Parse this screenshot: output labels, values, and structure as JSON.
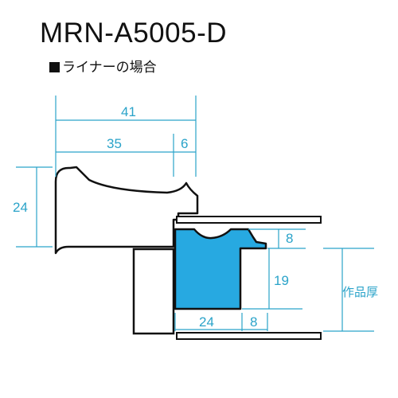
{
  "title": "MRN-A5005-D",
  "subtitle": "ライナーの場合",
  "colors": {
    "dimension": "#2aa3c9",
    "liner_fill": "#27a9e1",
    "outline": "#111111"
  },
  "dimensions": {
    "total_width": "41",
    "frame_width": "35",
    "lip_width": "6",
    "frame_height": "24",
    "liner_top": "8",
    "liner_height": "19",
    "liner_width": "24",
    "liner_lip": "8",
    "artwork_depth_label": "作品厚"
  }
}
